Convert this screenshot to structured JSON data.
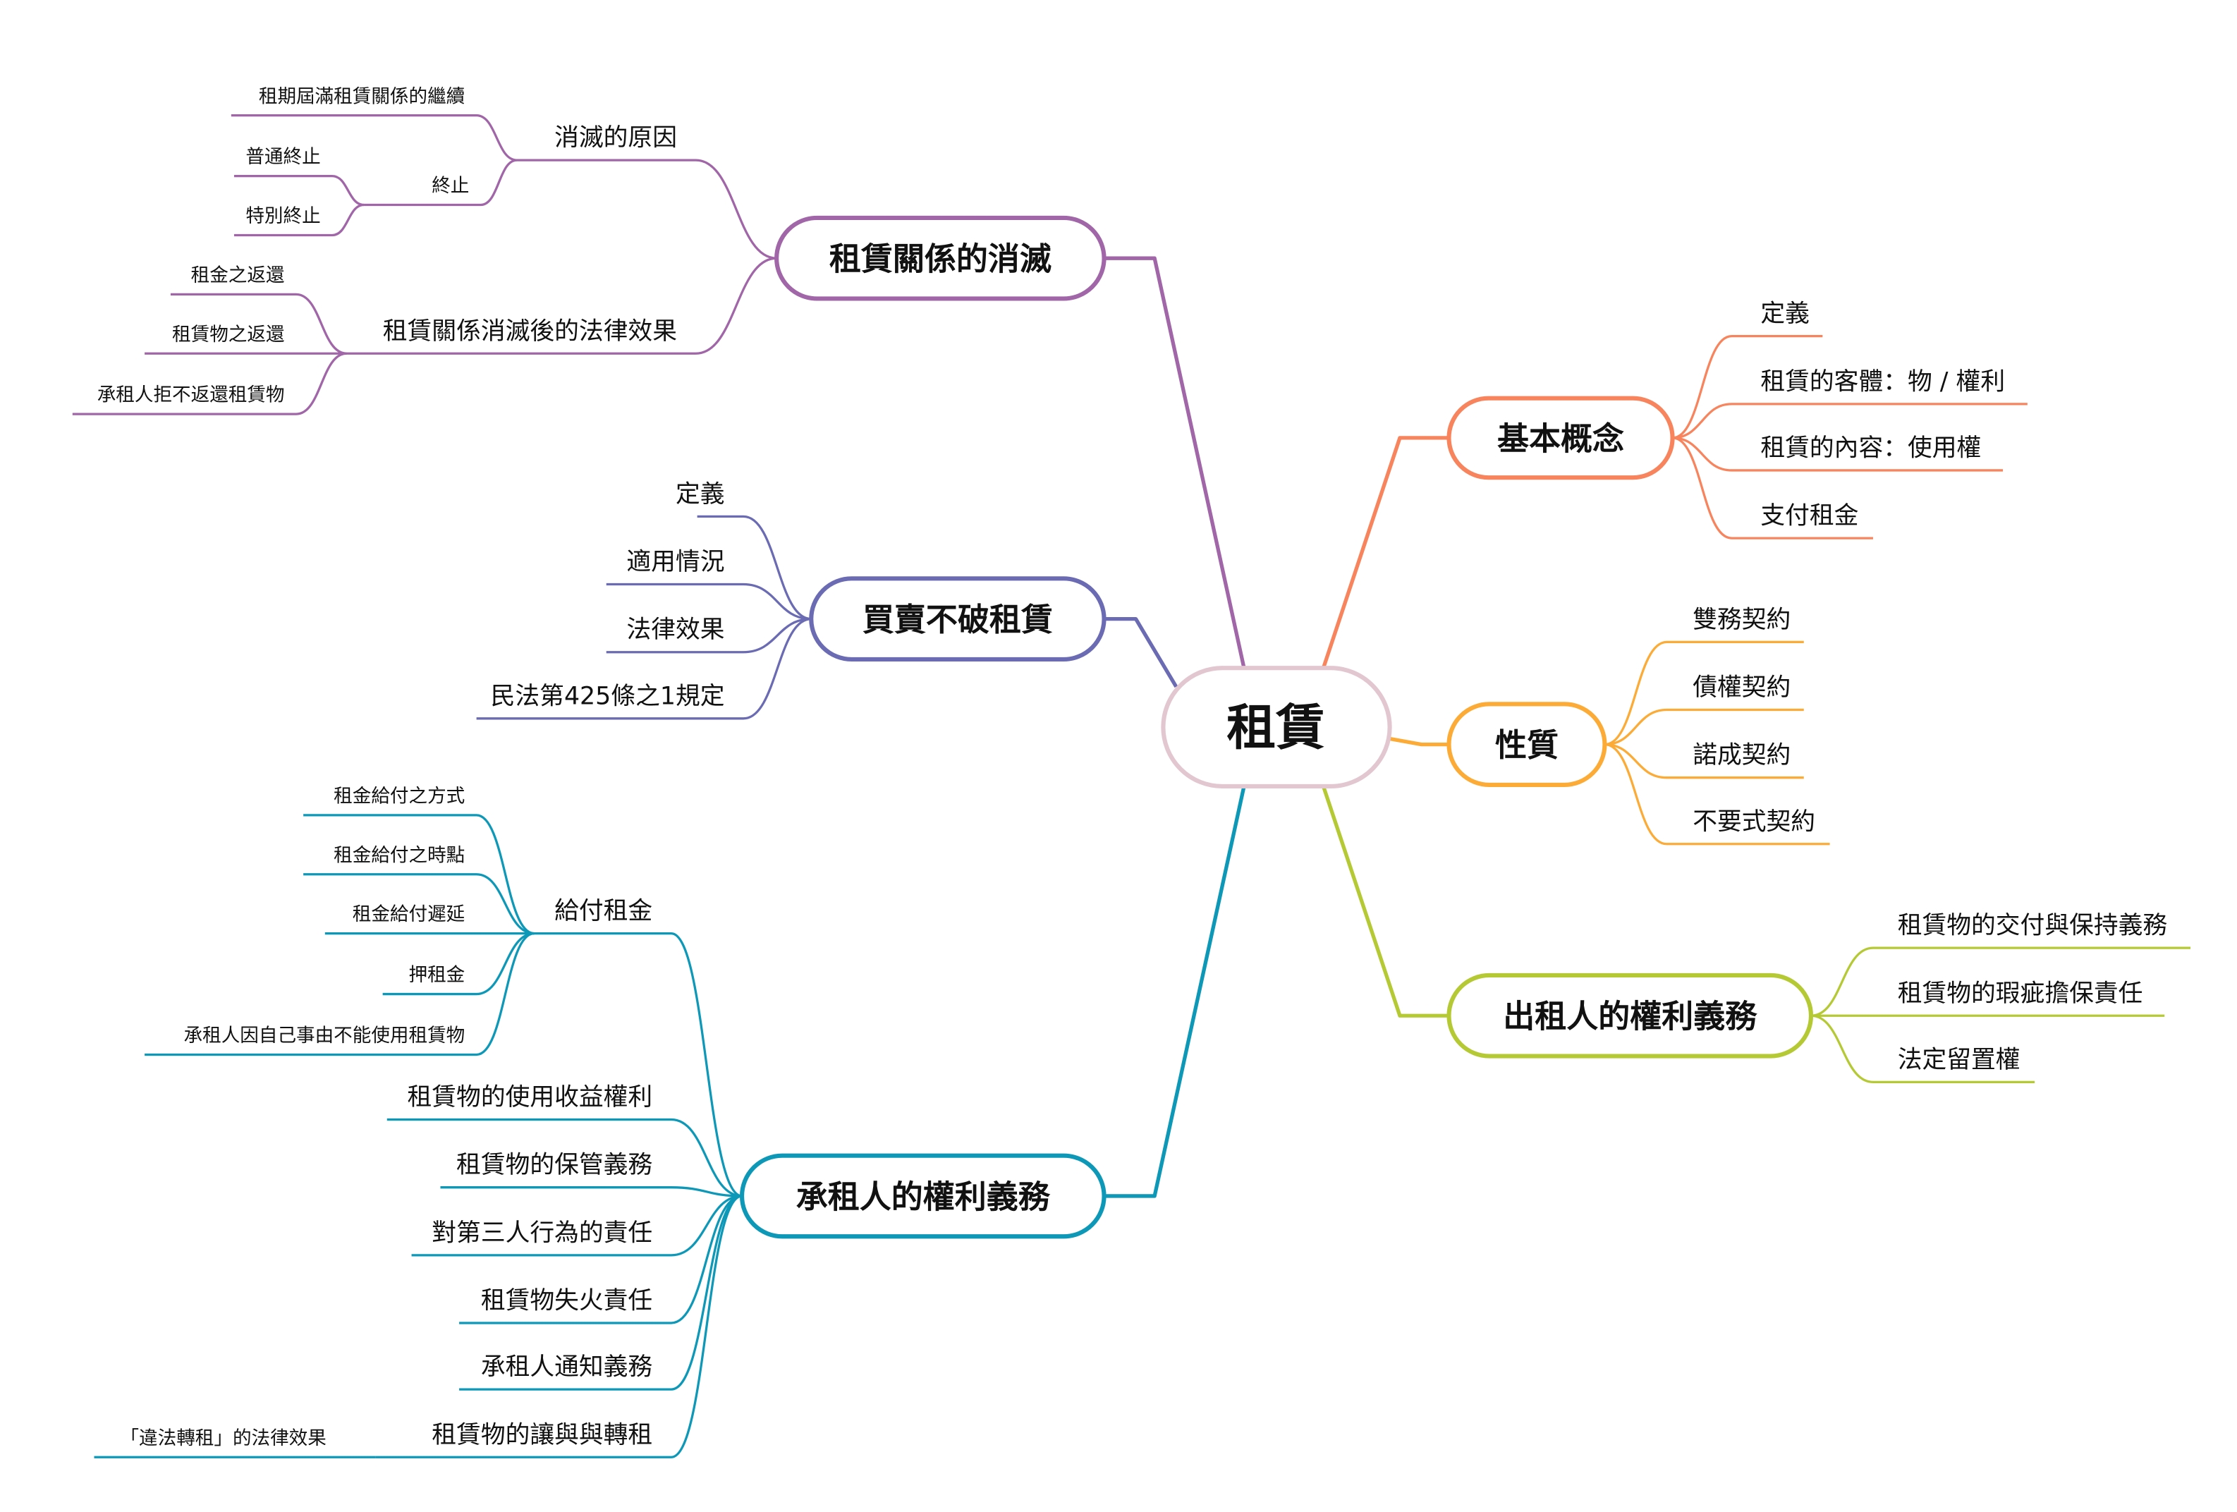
{
  "title": "租賃",
  "colors": {
    "center": "#e2c6d0",
    "branches": [
      "#a066a8",
      "#6b6bb4",
      "#0e98b8",
      "#f7845c",
      "#fbab36",
      "#b5c934"
    ]
  },
  "branches": [
    {
      "label": "租賃關係的消滅",
      "children": [
        {
          "label": "消滅的原因",
          "children": [
            {
              "label": "租期屆滿租賃關係的繼續"
            },
            {
              "label": "終止",
              "children": [
                {
                  "label": "普通終止"
                },
                {
                  "label": "特別終止"
                }
              ]
            }
          ]
        },
        {
          "label": "租賃關係消滅後的法律效果",
          "children": [
            {
              "label": "租金之返還"
            },
            {
              "label": "租賃物之返還"
            },
            {
              "label": "承租人拒不返還租賃物"
            }
          ]
        }
      ]
    },
    {
      "label": "買賣不破租賃",
      "children": [
        {
          "label": "定義"
        },
        {
          "label": "適用情況"
        },
        {
          "label": "法律效果"
        },
        {
          "label": "民法第425條之1規定"
        }
      ]
    },
    {
      "label": "承租人的權利義務",
      "children": [
        {
          "label": "給付租金",
          "children": [
            {
              "label": "租金給付之方式"
            },
            {
              "label": "租金給付之時點"
            },
            {
              "label": "租金給付遲延"
            },
            {
              "label": "押租金"
            },
            {
              "label": "承租人因自己事由不能使用租賃物"
            }
          ]
        },
        {
          "label": "租賃物的使用收益權利"
        },
        {
          "label": "租賃物的保管義務"
        },
        {
          "label": "對第三人行為的責任"
        },
        {
          "label": "租賃物失火責任"
        },
        {
          "label": "承租人通知義務"
        },
        {
          "label": "租賃物的讓與與轉租",
          "children": [
            {
              "label": "「違法轉租」的法律效果"
            }
          ]
        }
      ]
    },
    {
      "label": "基本概念",
      "children": [
        {
          "label": "定義"
        },
        {
          "label": "租賃的客體：物 / 權利"
        },
        {
          "label": "租賃的內容：使用權"
        },
        {
          "label": "支付租金"
        }
      ]
    },
    {
      "label": "性質",
      "children": [
        {
          "label": "雙務契約"
        },
        {
          "label": "債權契約"
        },
        {
          "label": "諾成契約"
        },
        {
          "label": "不要式契約"
        }
      ]
    },
    {
      "label": "出租人的權利義務",
      "children": [
        {
          "label": "租賃物的交付與保持義務"
        },
        {
          "label": "租賃物的瑕疵擔保責任"
        },
        {
          "label": "法定留置權"
        }
      ]
    }
  ]
}
